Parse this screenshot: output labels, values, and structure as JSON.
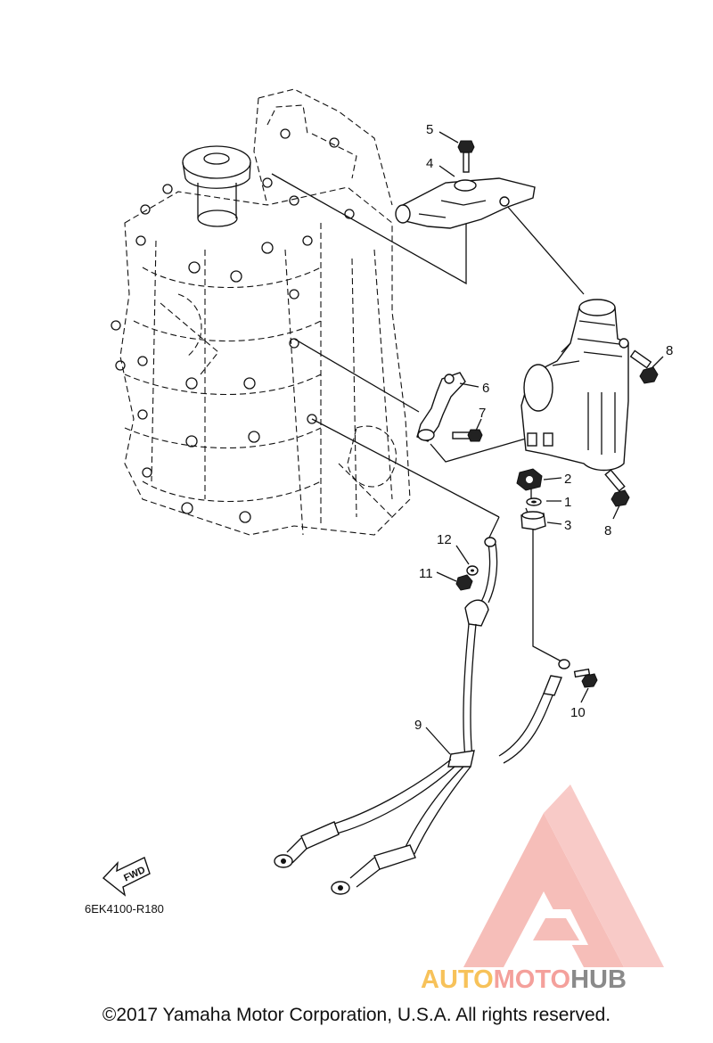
{
  "callouts": [
    "1",
    "2",
    "3",
    "4",
    "5",
    "6",
    "7",
    "8",
    "8",
    "9",
    "10",
    "11",
    "12"
  ],
  "diagram_code": "6EK4100-R180",
  "fwd_label": "FWD",
  "copyright": "©2017 Yamaha Motor Corporation, U.S.A. All rights reserved.",
  "watermark": {
    "part1": "AUTO",
    "part2": "MOTO",
    "part3": "HUB",
    "colors": {
      "orange": "#f7c25a",
      "red": "#f4a09b",
      "gray": "#8a8a8a"
    }
  }
}
